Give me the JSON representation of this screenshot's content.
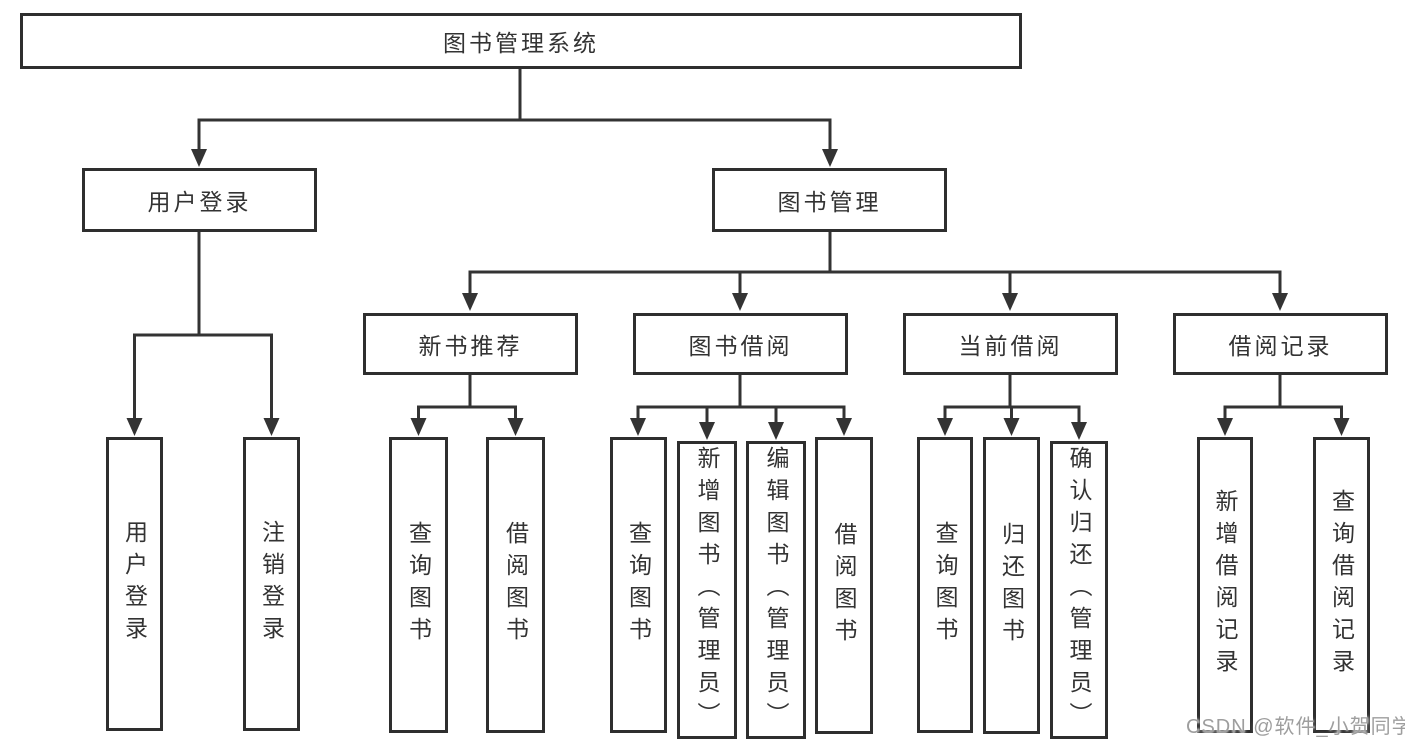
{
  "tree": {
    "root": {
      "label": "图书管理系统"
    },
    "branches": [
      {
        "label": "用户登录",
        "children": [
          {
            "label": "用户登录"
          },
          {
            "label": "注销登录"
          }
        ]
      },
      {
        "label": "图书管理",
        "children": [
          {
            "label": "新书推荐",
            "children": [
              {
                "label": "查询图书"
              },
              {
                "label": "借阅图书"
              }
            ]
          },
          {
            "label": "图书借阅",
            "children": [
              {
                "label": "查询图书"
              },
              {
                "label": "新增图书（管理员）"
              },
              {
                "label": "编辑图书（管理员）"
              },
              {
                "label": "借阅图书"
              }
            ]
          },
          {
            "label": "当前借阅",
            "children": [
              {
                "label": "查询图书"
              },
              {
                "label": "归还图书"
              },
              {
                "label": "确认归还（管理员）"
              }
            ]
          },
          {
            "label": "借阅记录",
            "children": [
              {
                "label": "新增借阅记录"
              },
              {
                "label": "查询借阅记录"
              }
            ]
          }
        ]
      }
    ]
  },
  "watermark": {
    "text": "CSDN @软件_小贺同学"
  },
  "colors": {
    "line": "#333333",
    "box_border": "#2e2e2e",
    "box_fill": "#ffffff",
    "text": "#333333",
    "watermark": "#9e9e9e",
    "background": "#ffffff"
  }
}
